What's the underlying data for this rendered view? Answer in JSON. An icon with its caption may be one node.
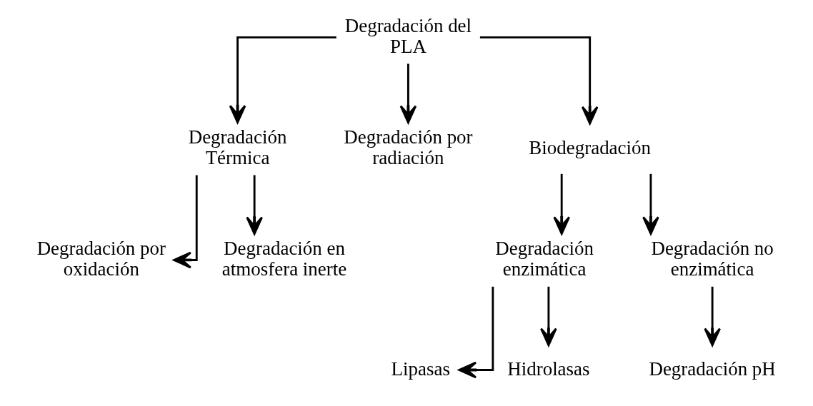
{
  "diagram": {
    "nodes": [
      {
        "text": [
          "Degradación del PLA"
        ]
      },
      {
        "text": [
          "Degradación Térmica"
        ]
      },
      {
        "text": [
          "Degradación por radiación"
        ]
      },
      {
        "text": [
          "Biodegradación"
        ]
      },
      {
        "text": [
          "Degradación por oxidación"
        ]
      },
      {
        "text": [
          "Degradación en atmosfera inerte"
        ]
      },
      {
        "text": [
          "Degradación enzimática"
        ]
      },
      {
        "text": [
          "Degradación no enzimática"
        ]
      },
      {
        "text": [
          "Lipasas"
        ]
      },
      {
        "text": [
          "Hidrolasas"
        ]
      },
      {
        "text": [
          "Degradación pH"
        ]
      }
    ],
    "edges": [
      {
        "from": 0,
        "to": 1,
        "arrow": "to"
      },
      {
        "from": 0,
        "to": 2,
        "arrow": "to"
      },
      {
        "from": 0,
        "to": 3,
        "arrow": "to"
      },
      {
        "from": 1,
        "to": 4,
        "arrow": "to"
      },
      {
        "from": 1,
        "to": 5,
        "arrow": "to"
      },
      {
        "from": 3,
        "to": 6,
        "arrow": "to"
      },
      {
        "from": 3,
        "to": 7,
        "arrow": "to"
      },
      {
        "from": 6,
        "to": 8,
        "arrow": "to"
      },
      {
        "from": 6,
        "to": 9,
        "arrow": "to"
      },
      {
        "from": 7,
        "to": 10,
        "arrow": "to"
      }
    ]
  }
}
